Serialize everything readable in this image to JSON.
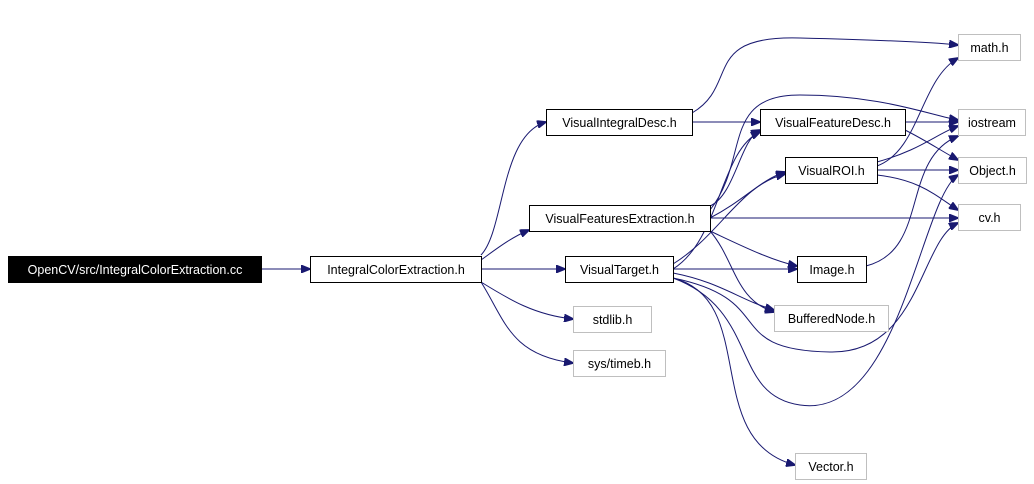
{
  "diagram": {
    "nodes": [
      {
        "id": "root",
        "label": "OpenCV/src/IntegralColorExtraction.cc",
        "style": "root"
      },
      {
        "id": "ice",
        "label": "IntegralColorExtraction.h",
        "style": "normal"
      },
      {
        "id": "vid",
        "label": "VisualIntegralDesc.h",
        "style": "normal"
      },
      {
        "id": "vfe",
        "label": "VisualFeaturesExtraction.h",
        "style": "normal"
      },
      {
        "id": "vt",
        "label": "VisualTarget.h",
        "style": "normal"
      },
      {
        "id": "stdlib",
        "label": "stdlib.h",
        "style": "external"
      },
      {
        "id": "timeb",
        "label": "sys/timeb.h",
        "style": "external"
      },
      {
        "id": "vfd",
        "label": "VisualFeatureDesc.h",
        "style": "normal"
      },
      {
        "id": "vroi",
        "label": "VisualROI.h",
        "style": "normal"
      },
      {
        "id": "image",
        "label": "Image.h",
        "style": "normal"
      },
      {
        "id": "bn",
        "label": "BufferedNode.h",
        "style": "external"
      },
      {
        "id": "vector",
        "label": "Vector.h",
        "style": "external"
      },
      {
        "id": "math",
        "label": "math.h",
        "style": "external"
      },
      {
        "id": "iostream",
        "label": "iostream",
        "style": "external"
      },
      {
        "id": "object",
        "label": "Object.h",
        "style": "external"
      },
      {
        "id": "cv",
        "label": "cv.h",
        "style": "external"
      }
    ],
    "edges": [
      {
        "from": "root",
        "to": "ice"
      },
      {
        "from": "ice",
        "to": "vid"
      },
      {
        "from": "ice",
        "to": "vfe"
      },
      {
        "from": "ice",
        "to": "vt"
      },
      {
        "from": "ice",
        "to": "stdlib"
      },
      {
        "from": "ice",
        "to": "timeb"
      },
      {
        "from": "vid",
        "to": "math"
      },
      {
        "from": "vid",
        "to": "vfd"
      },
      {
        "from": "vfe",
        "to": "vfd"
      },
      {
        "from": "vfe",
        "to": "iostream"
      },
      {
        "from": "vfe",
        "to": "vroi"
      },
      {
        "from": "vfe",
        "to": "cv"
      },
      {
        "from": "vfe",
        "to": "image"
      },
      {
        "from": "vfe",
        "to": "bn"
      },
      {
        "from": "vt",
        "to": "vfd"
      },
      {
        "from": "vt",
        "to": "vroi"
      },
      {
        "from": "vt",
        "to": "image"
      },
      {
        "from": "vt",
        "to": "bn"
      },
      {
        "from": "vt",
        "to": "vector"
      },
      {
        "from": "vt",
        "to": "cv"
      },
      {
        "from": "vt",
        "to": "object"
      },
      {
        "from": "vfd",
        "to": "iostream"
      },
      {
        "from": "vfd",
        "to": "object"
      },
      {
        "from": "vroi",
        "to": "math"
      },
      {
        "from": "vroi",
        "to": "iostream"
      },
      {
        "from": "vroi",
        "to": "object"
      },
      {
        "from": "vroi",
        "to": "cv"
      },
      {
        "from": "image",
        "to": "iostream"
      }
    ]
  }
}
